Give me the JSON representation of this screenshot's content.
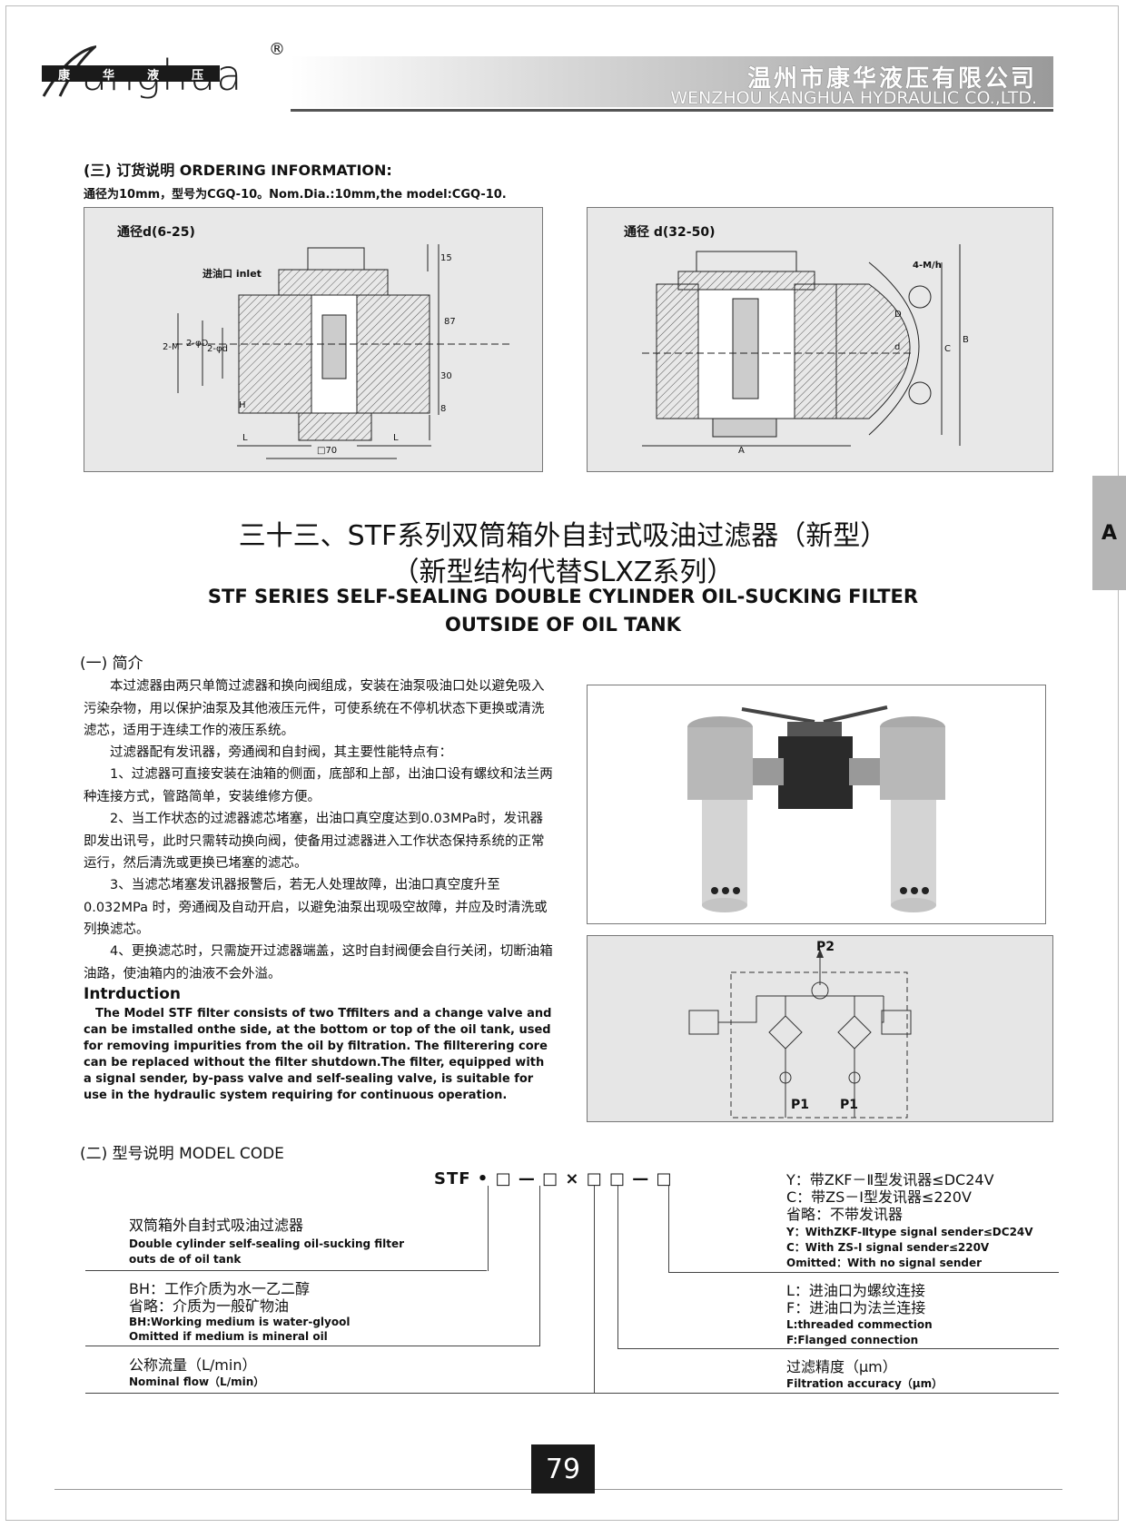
{
  "header": {
    "brand": "anghua",
    "brand_band": [
      "康",
      "华",
      "液",
      "压"
    ],
    "registered": "®",
    "company_cn": "温州市康华液压有限公司",
    "company_en": "WENZHOU KANGHUA HYDRAULIC CO.,LTD."
  },
  "side_tab": "A",
  "ordering": {
    "heading": "(三) 订货说明 ORDERING INFORMATION:",
    "text": "通径为10mm，型号为CGQ-10。Nom.Dia.:10mm,the model:CGQ-10.",
    "panel_left": {
      "label": "通径d(6-25)",
      "inlet": "进油口 inlet",
      "dims": [
        "15",
        "87",
        "30",
        "8",
        "2-M",
        "2-φD",
        "2-φd",
        "H",
        "L",
        "L",
        "□70"
      ]
    },
    "panel_right": {
      "label": "通径 d(32-50)",
      "dims": [
        "4-M/h",
        "D",
        "d",
        "C",
        "B",
        "A"
      ]
    }
  },
  "title": {
    "cn_line1": "三十三、STF系列双筒箱外自封式吸油过滤器（新型）",
    "cn_line2": "（新型结构代替SLXZ系列）",
    "en_line1": "STF SERIES SELF-SEALING DOUBLE CYLINDER OIL-SUCKING FILTER",
    "en_line2": "OUTSIDE OF OIL TANK"
  },
  "intro": {
    "heading": "(一) 简介",
    "paragraphs": [
      "　　本过滤器由两只单筒过滤器和换向阀组成，安装在油泵吸油口处以避免吸入污染杂物，用以保护油泵及其他液压元件，可使系统在不停机状态下更换或清洗滤芯，适用于连续工作的液压系统。",
      "　　过滤器配有发讯器，旁通阀和自封阀，其主要性能特点有：",
      "　　1、过滤器可直接安装在油箱的侧面，底部和上部，出油口设有螺纹和法兰两种连接方式，管路简单，安装维修方便。",
      "　　2、当工作状态的过滤器滤芯堵塞，出油口真空度达到0.03MPa时，发讯器即发出讯号，此时只需转动换向阀，使备用过滤器进入工作状态保持系统的正常运行，然后清洗或更换已堵塞的滤芯。",
      "　　3、当滤芯堵塞发讯器报警后，若无人处理故障，出油口真空度升至0.032MPa 时，旁通阀及自动开启，以避免油泵出现吸空故障，并应及时清洗或列换滤芯。",
      "　　4、更换滤芯时，只需旋开过滤器端盖，这时自封阀便会自行关闭，切断油箱油路，使油箱内的油液不会外溢。"
    ],
    "en_heading": "Intrduction",
    "en_text": "　The Model  STF filter consists of two Tffilters and a change valve and can be imstalled onthe side, at the bottom or top of the oil tank, used for removing impurities from the oil by filtration. The fillterering core can be replaced without the filter shutdown.The filter, equipped with a signal sender, by-pass valve and self-sealing valve,  is suitable for use in the hydraulic system requiring for continuous operation."
  },
  "schematic": {
    "labels": [
      "P2",
      "P1",
      "P1"
    ]
  },
  "model_code": {
    "heading": "(二) 型号说明 MODEL CODE",
    "code": "STF • □ — □ × □ □ — □",
    "left_items": [
      {
        "cn": "双筒箱外自封式吸油过滤器",
        "en": [
          "Double cylinder self-sealing oil-sucking filter",
          "outs de of oil tank"
        ]
      },
      {
        "cn": "BH：工作介质为水一乙二醇\n省略：介质为一般矿物油",
        "en": [
          "BH:Working medium is water-glyool",
          "Omitted if medium is mineral oil"
        ]
      },
      {
        "cn": "公称流量（L/min）",
        "en": [
          "Nominal flow（L/min）"
        ]
      }
    ],
    "right_items": [
      {
        "cn": [
          "Y：带ZKF－Ⅱ型发讯器≤DC24V",
          "C：带ZS－Ⅰ型发讯器≤220V",
          "省略：不带发讯器"
        ],
        "en": [
          "Y：WithZKF-Ⅱtype signal sender≤DC24V",
          "C：With ZS-Ⅰ signal sender≤220V",
          "Omitted：With no signal sender"
        ]
      },
      {
        "cn": [
          "L：进油口为螺纹连接",
          "F：进油口为法兰连接"
        ],
        "en": [
          "L:threaded commection",
          "F:Flanged connection"
        ]
      },
      {
        "cn": [
          "过滤精度（μm）"
        ],
        "en": [
          "Filtration accuracy（μm）"
        ]
      }
    ]
  },
  "page_number": "79"
}
